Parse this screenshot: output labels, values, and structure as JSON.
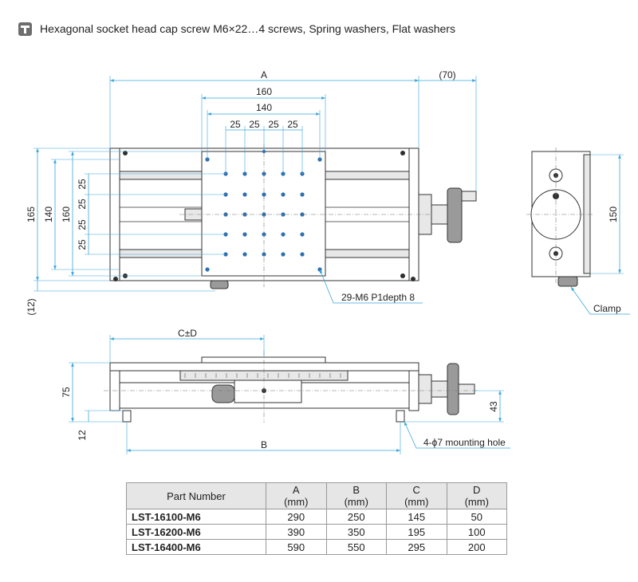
{
  "header": {
    "text": "Hexagonal socket head cap screw M6×22…4 screws, Spring washers, Flat washers"
  },
  "dims": {
    "A": "A",
    "a70": "(70)",
    "d160": "160",
    "d140": "140",
    "d25": "25",
    "h165": "165",
    "h140": "140",
    "h160": "160",
    "h12": "(12)",
    "tap": "29-M6 P1depth 8",
    "side150": "150",
    "clamp": "Clamp",
    "cd": "C±D",
    "h75": "75",
    "h12b": "12",
    "h43": "43",
    "B": "B",
    "mount": "4-ϕ7 mounting hole"
  },
  "table": {
    "headers": [
      {
        "name": "Part Number",
        "unit": ""
      },
      {
        "name": "A",
        "unit": "(mm)"
      },
      {
        "name": "B",
        "unit": "(mm)"
      },
      {
        "name": "C",
        "unit": "(mm)"
      },
      {
        "name": "D",
        "unit": "(mm)"
      }
    ],
    "rows": [
      {
        "part": "LST-16100-M6",
        "a": "290",
        "b": "250",
        "c": "145",
        "d": "50"
      },
      {
        "part": "LST-16200-M6",
        "a": "390",
        "b": "350",
        "c": "195",
        "d": "100"
      },
      {
        "part": "LST-16400-M6",
        "a": "590",
        "b": "550",
        "c": "295",
        "d": "200"
      }
    ]
  }
}
